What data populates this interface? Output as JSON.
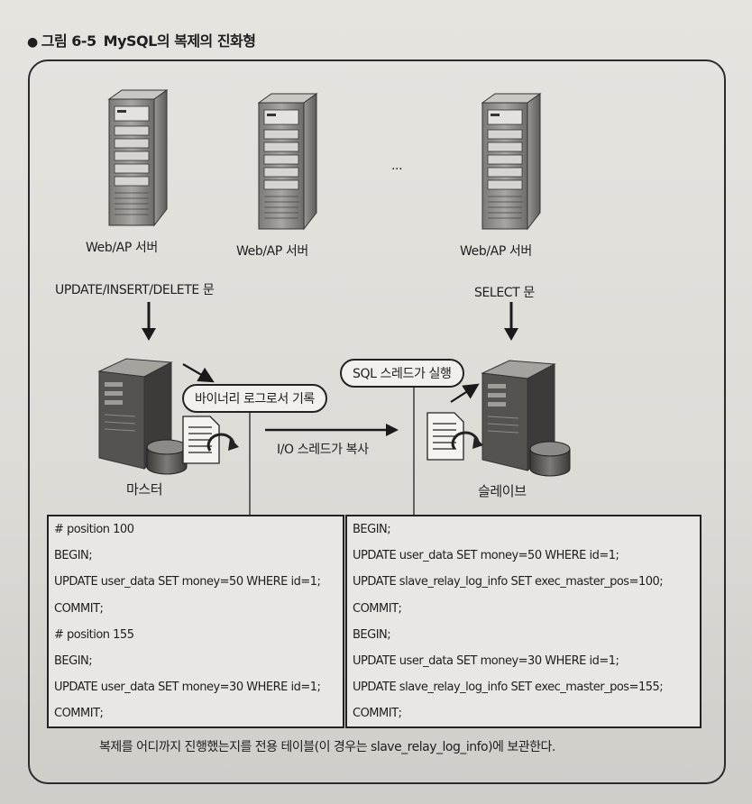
{
  "figure": {
    "number": "그림 6-5",
    "title": "MySQL의 복제의 진화형"
  },
  "servers": {
    "web1_label": "Web/AP 서버",
    "web2_label": "Web/AP 서버",
    "web3_label": "Web/AP 서버",
    "ellipsis": "..."
  },
  "statements": {
    "write_label": "UPDATE/INSERT/DELETE 문",
    "read_label": "SELECT 문"
  },
  "master": {
    "label": "마스터",
    "binlog_pill": "바이너리 로그로서 기록"
  },
  "slave": {
    "label": "슬레이브",
    "sql_thread_pill": "SQL 스레드가 실행"
  },
  "io_thread_label": "I/O 스레드가 복사",
  "master_log": [
    "# position 100",
    "BEGIN;",
    "UPDATE user_data SET money=50 WHERE id=1;",
    "COMMIT;",
    "# position 155",
    "BEGIN;",
    "UPDATE user_data SET money=30 WHERE id=1;",
    "COMMIT;"
  ],
  "slave_log": [
    "BEGIN;",
    "UPDATE user_data SET money=50 WHERE id=1;",
    "UPDATE slave_relay_log_info SET exec_master_pos=100;",
    "COMMIT;",
    "BEGIN;",
    "UPDATE user_data SET money=30 WHERE id=1;",
    "UPDATE slave_relay_log_info SET exec_master_pos=155;",
    "COMMIT;"
  ],
  "caption": "복제를 어디까지 진행했는지를 전용 테이블(이 경우는 slave_relay_log_info)에 보관한다.",
  "icons": [
    "tower-server-icon",
    "mini-server-icon",
    "database-cylinder-icon",
    "document-icon",
    "cycle-arrow-icon",
    "arrow-down-icon",
    "arrow-right-icon"
  ]
}
